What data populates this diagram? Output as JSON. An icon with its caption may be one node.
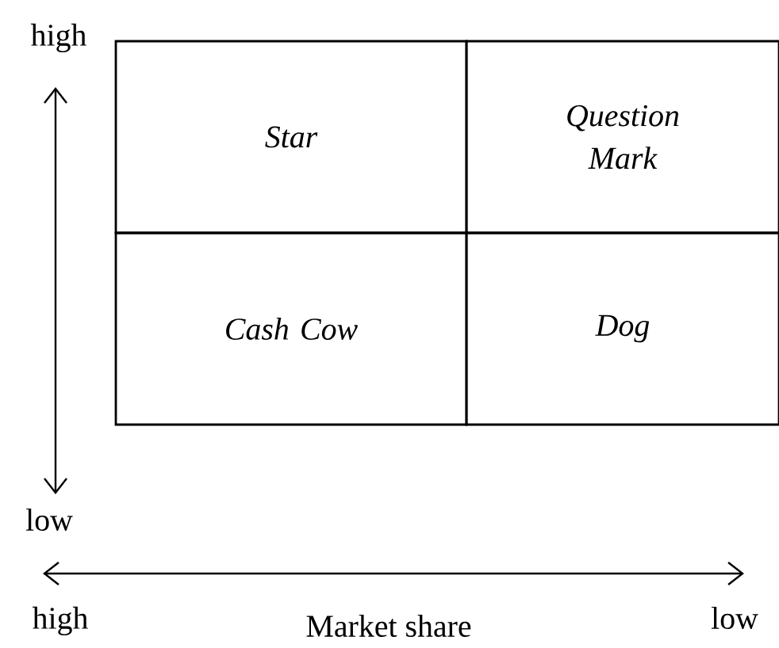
{
  "diagram": {
    "nodes": [
      {
        "text": [
          "Star"
        ]
      },
      {
        "text": [
          "Question Mark"
        ]
      },
      {
        "text": [
          "Cash Cow"
        ]
      },
      {
        "text": [
          "Dog"
        ]
      }
    ],
    "labels": [
      "high",
      "low",
      "high",
      "Market share",
      "low"
    ]
  }
}
